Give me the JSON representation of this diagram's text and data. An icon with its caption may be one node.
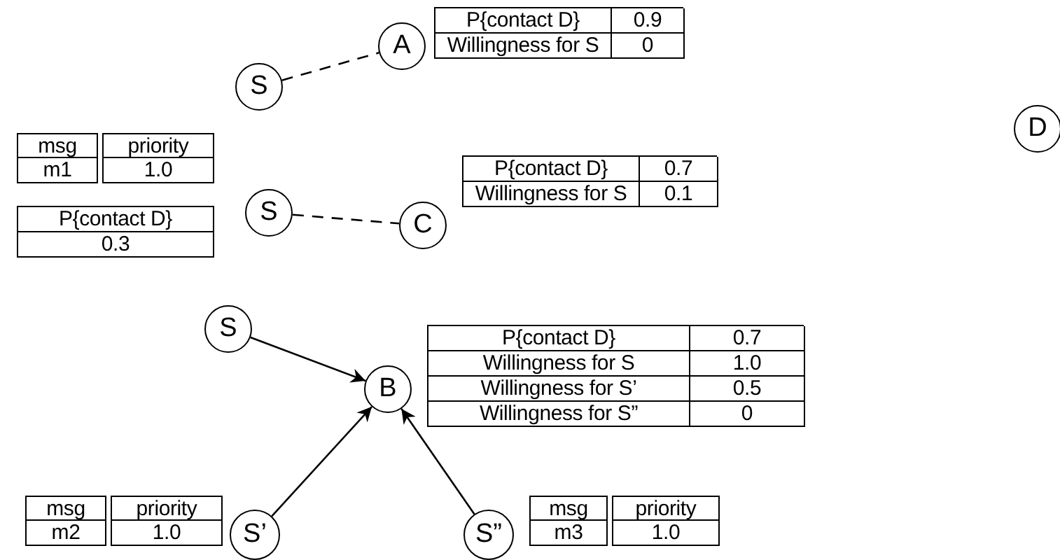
{
  "diagram": {
    "nodes": [
      {
        "text": [
          "S"
        ]
      },
      {
        "text": [
          "A"
        ]
      },
      {
        "text": [
          "P{contact D}",
          "0.9",
          "Willingness for S",
          "0"
        ]
      },
      {
        "text": [
          "D"
        ]
      },
      {
        "text": [
          "msg",
          "priority",
          "m1",
          "1.0"
        ]
      },
      {
        "text": [
          "P{contact D}",
          "0.3"
        ]
      },
      {
        "text": [
          "S"
        ]
      },
      {
        "text": [
          "C"
        ]
      },
      {
        "text": [
          "P{contact D}",
          "0.7",
          "Willingness for S",
          "0.1"
        ]
      },
      {
        "text": [
          "S"
        ]
      },
      {
        "text": [
          "B"
        ]
      },
      {
        "text": [
          "P{contact D}",
          "0.7",
          "Willingness for S",
          "1.0",
          "Willingness for S’",
          "0.5",
          "Willingness for S”",
          "0"
        ]
      },
      {
        "text": [
          "msg",
          "priority",
          "m2",
          "1.0"
        ]
      },
      {
        "text": [
          "S’"
        ]
      },
      {
        "text": [
          "S”"
        ]
      },
      {
        "text": [
          "msg",
          "priority",
          "m3",
          "1.0"
        ]
      }
    ],
    "edges": [
      {
        "from": 0,
        "to": 1,
        "arrow": "none",
        "style": "dashed"
      },
      {
        "from": 6,
        "to": 7,
        "arrow": "none",
        "style": "dashed"
      },
      {
        "from": 9,
        "to": 10,
        "arrow": "to"
      },
      {
        "from": 13,
        "to": 10,
        "arrow": "to"
      },
      {
        "from": 14,
        "to": 10,
        "arrow": "to"
      }
    ]
  }
}
